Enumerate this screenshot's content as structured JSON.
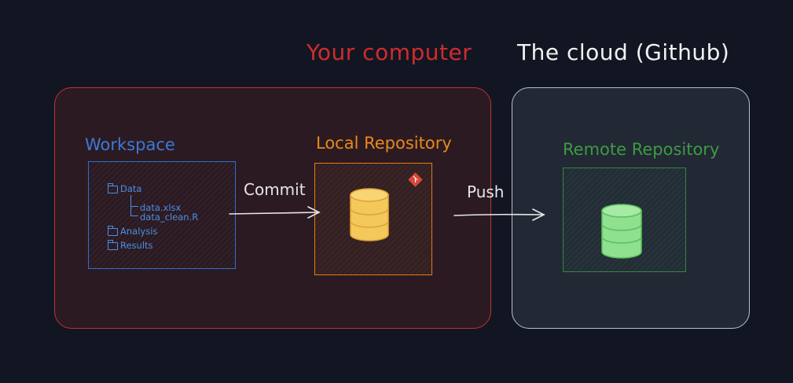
{
  "headers": {
    "local": "Your computer",
    "cloud": "The cloud (Github)"
  },
  "workspace": {
    "title": "Workspace",
    "tree": {
      "data_folder": "Data",
      "files": [
        "data.xlsx",
        "data_clean.R"
      ],
      "analysis_folder": "Analysis",
      "results_folder": "Results"
    }
  },
  "local_repo": {
    "title": "Local Repository"
  },
  "remote_repo": {
    "title": "Remote Repository"
  },
  "arrows": {
    "commit": "Commit",
    "push": "Push"
  },
  "colors": {
    "local_region": "#c33030",
    "cloud_region": "#b9bfca",
    "workspace": "#2f6fcf",
    "local_repo": "#e07f12",
    "remote_repo": "#2e8b3a",
    "local_db_fill": "#f4c85a",
    "remote_db_fill": "#8fe08f",
    "git_badge": "#d9473a"
  },
  "icons": {
    "database": "database-icon",
    "git": "git-icon",
    "folder": "folder-icon"
  }
}
